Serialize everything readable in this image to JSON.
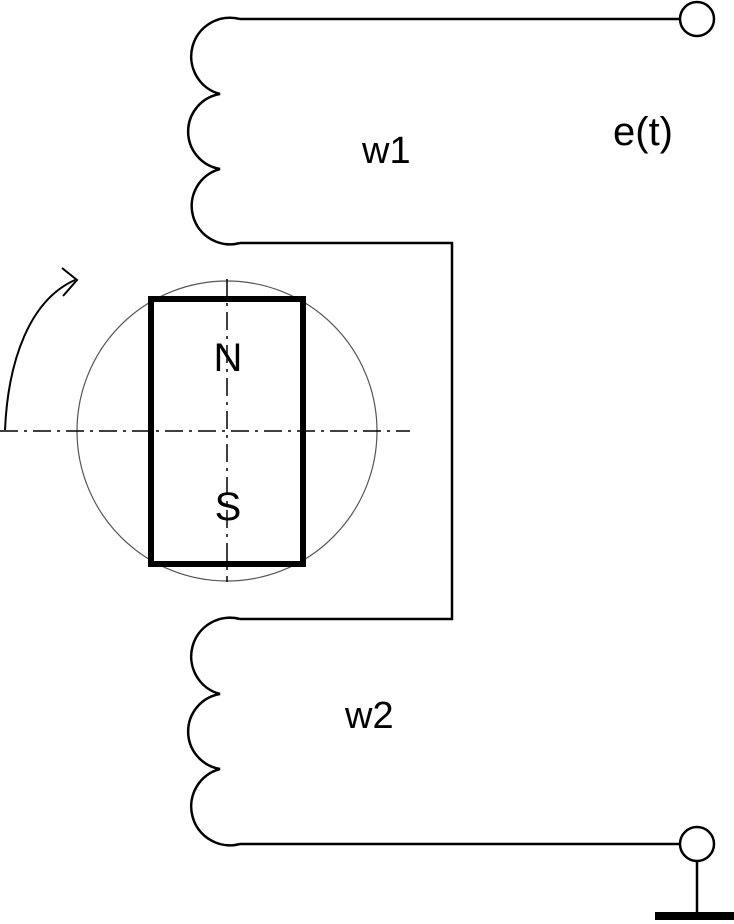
{
  "labels": {
    "winding_top": "w1",
    "winding_bottom": "w2",
    "emf": "e(t)",
    "pole_north": "N",
    "pole_south": "S"
  },
  "colors": {
    "line": "#000000",
    "background": "#ffffff",
    "rotor_circle": "#555555"
  },
  "icons": {
    "rotation": "curved-arrow-icon",
    "ground": "ground-icon",
    "terminal": "open-circle-terminal-icon"
  }
}
